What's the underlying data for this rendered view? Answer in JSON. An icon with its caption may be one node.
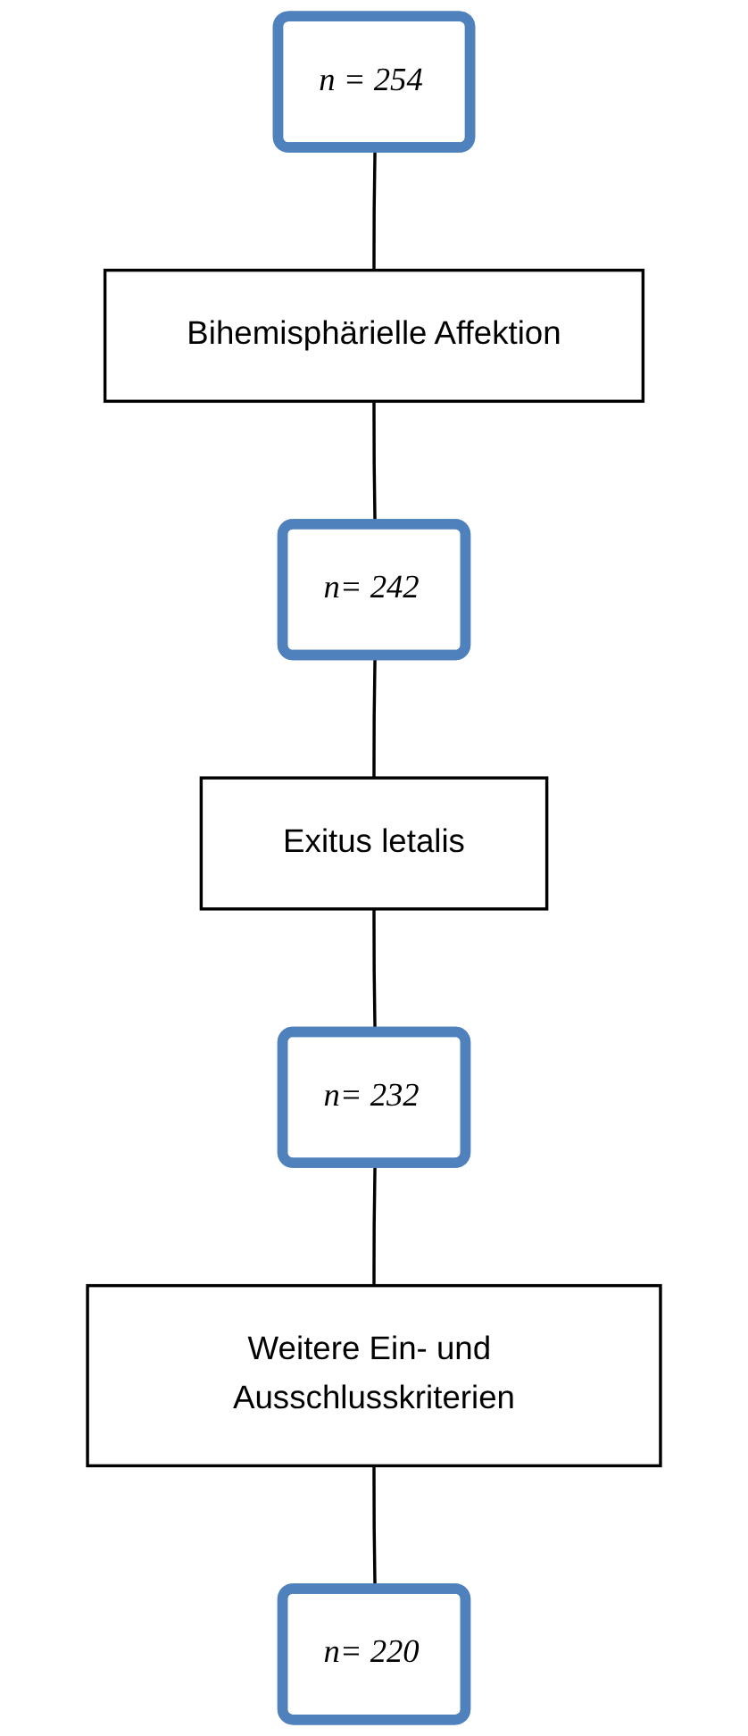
{
  "diagram": {
    "nodes": [
      {
        "text": [
          "n = 254"
        ]
      },
      {
        "text": [
          "Bihemisphärielle Affektion"
        ]
      },
      {
        "text": [
          "n= 242"
        ]
      },
      {
        "text": [
          "Exitus letalis"
        ]
      },
      {
        "text": [
          "n= 232"
        ]
      },
      {
        "text": [
          "Weitere Ein- und Ausschlusskriterien"
        ]
      },
      {
        "text": [
          "n= 220"
        ]
      }
    ],
    "edges": [
      {
        "from": 0,
        "to": 1,
        "arrow": "none"
      },
      {
        "from": 1,
        "to": 2,
        "arrow": "none"
      },
      {
        "from": 2,
        "to": 3,
        "arrow": "none"
      },
      {
        "from": 3,
        "to": 4,
        "arrow": "none"
      },
      {
        "from": 4,
        "to": 5,
        "arrow": "none"
      },
      {
        "from": 5,
        "to": 6,
        "arrow": "none"
      }
    ]
  }
}
